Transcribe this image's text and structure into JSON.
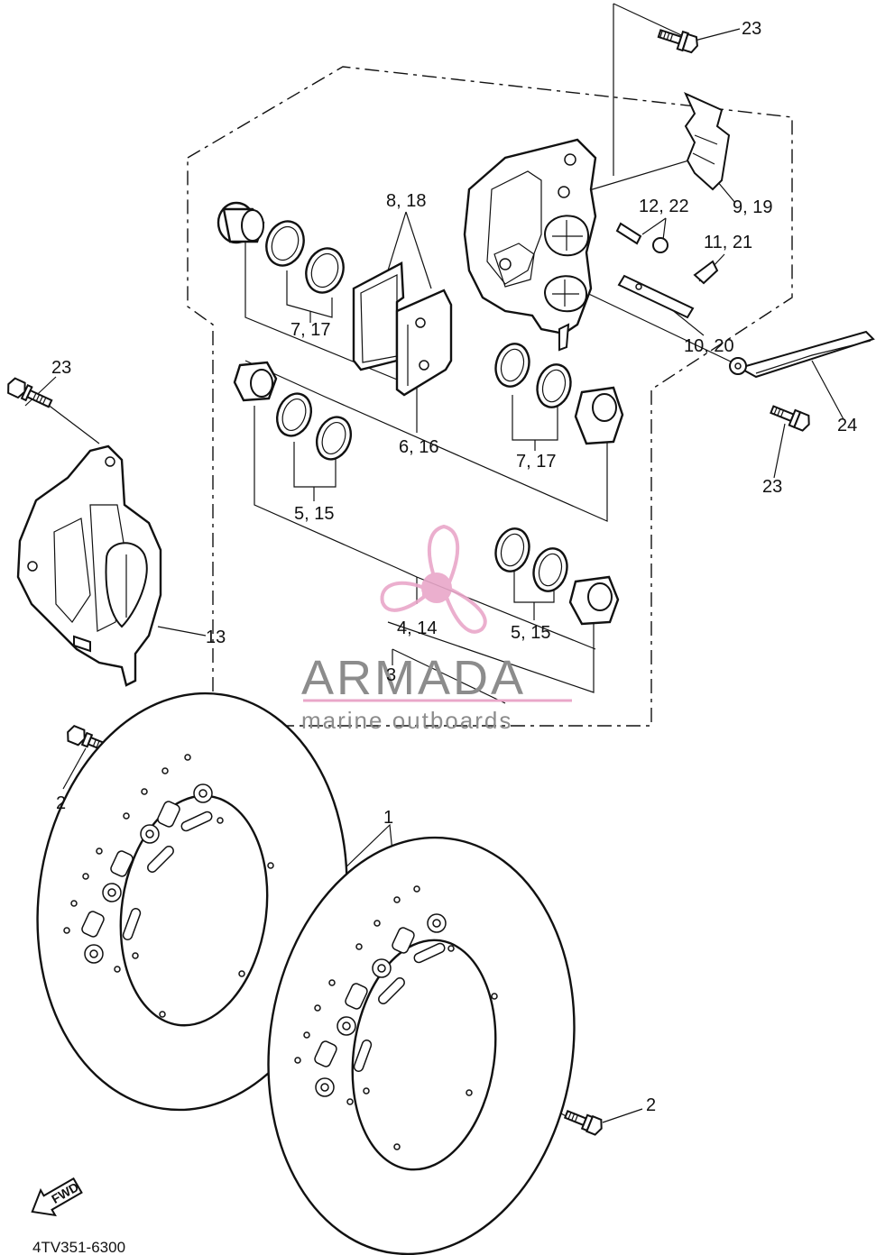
{
  "labels": {
    "l23a": "23",
    "l23b": "23",
    "l23c": "23",
    "l9_19": "9, 19",
    "l8_18": "8, 18",
    "l12_22": "12, 22",
    "l11_21": "11, 21",
    "l10_20": "10, 20",
    "l7_17a": "7, 17",
    "l7_17b": "7, 17",
    "l6_16": "6, 16",
    "l24": "24",
    "l5_15a": "5, 15",
    "l5_15b": "5, 15",
    "l4_14": "4, 14",
    "l3": "3",
    "l13": "13",
    "l2a": "2",
    "l2b": "2",
    "l1": "1"
  },
  "fwd_label": "FWD",
  "diagram_code": "4TV351-6300",
  "watermark": {
    "brand": "ARMADA",
    "tagline": "marine outboards",
    "accent_color": "#e9a7c9"
  }
}
